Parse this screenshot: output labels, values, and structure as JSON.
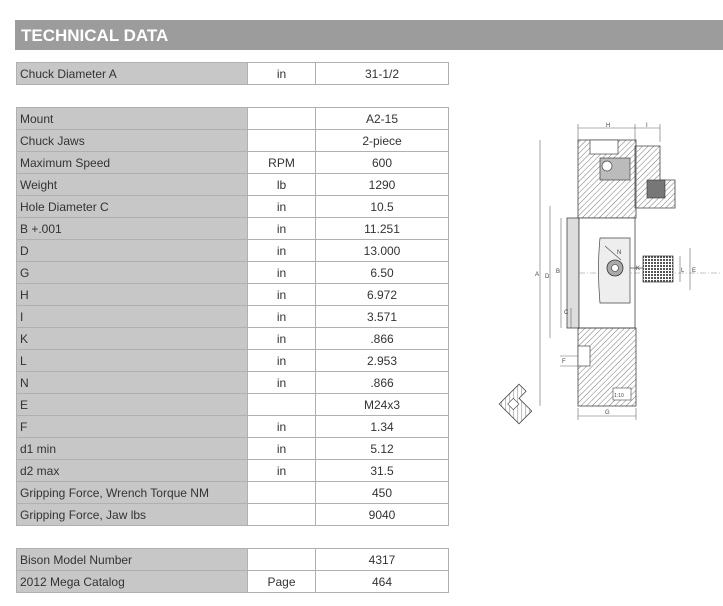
{
  "header": {
    "title": "TECHNICAL DATA"
  },
  "table1": [
    {
      "label": "Chuck Diameter A",
      "unit": "in",
      "value": "31-1/2"
    }
  ],
  "table2": [
    {
      "label": "Mount",
      "unit": "",
      "value": "A2-15"
    },
    {
      "label": "Chuck Jaws",
      "unit": "",
      "value": "2-piece"
    },
    {
      "label": "Maximum Speed",
      "unit": "RPM",
      "value": "600"
    },
    {
      "label": "Weight",
      "unit": "lb",
      "value": "1290"
    },
    {
      "label": "Hole Diameter C",
      "unit": "in",
      "value": "10.5"
    },
    {
      "label": "B +.001",
      "unit": "in",
      "value": "11.251"
    },
    {
      "label": "D",
      "unit": "in",
      "value": "13.000"
    },
    {
      "label": "G",
      "unit": "in",
      "value": "6.50"
    },
    {
      "label": "H",
      "unit": "in",
      "value": "6.972"
    },
    {
      "label": "I",
      "unit": "in",
      "value": "3.571"
    },
    {
      "label": "K",
      "unit": "in",
      "value": ".866"
    },
    {
      "label": "L",
      "unit": "in",
      "value": "2.953"
    },
    {
      "label": "N",
      "unit": "in",
      "value": ".866"
    },
    {
      "label": "E",
      "unit": "",
      "value": "M24x3"
    },
    {
      "label": "F",
      "unit": "in",
      "value": "1.34"
    },
    {
      "label": "d1 min",
      "unit": "in",
      "value": "5.12"
    },
    {
      "label": "d2 max",
      "unit": "in",
      "value": "31.5"
    },
    {
      "label": "Gripping Force, Wrench Torque NM",
      "unit": "",
      "value": "450"
    },
    {
      "label": "Gripping Force, Jaw lbs",
      "unit": "",
      "value": "9040"
    }
  ],
  "table3": [
    {
      "label": "Bison Model Number",
      "unit": "",
      "value": "4317"
    },
    {
      "label": "2012 Mega Catalog",
      "unit": "Page",
      "value": "464"
    }
  ],
  "drawing": {
    "labels": {
      "H": "H",
      "I": "I",
      "A": "A",
      "D": "D",
      "B": "B",
      "C": "C",
      "E": "E",
      "K": "K",
      "L": "L",
      "N": "N",
      "F": "F",
      "G": "G",
      "scale": "1:10"
    }
  }
}
